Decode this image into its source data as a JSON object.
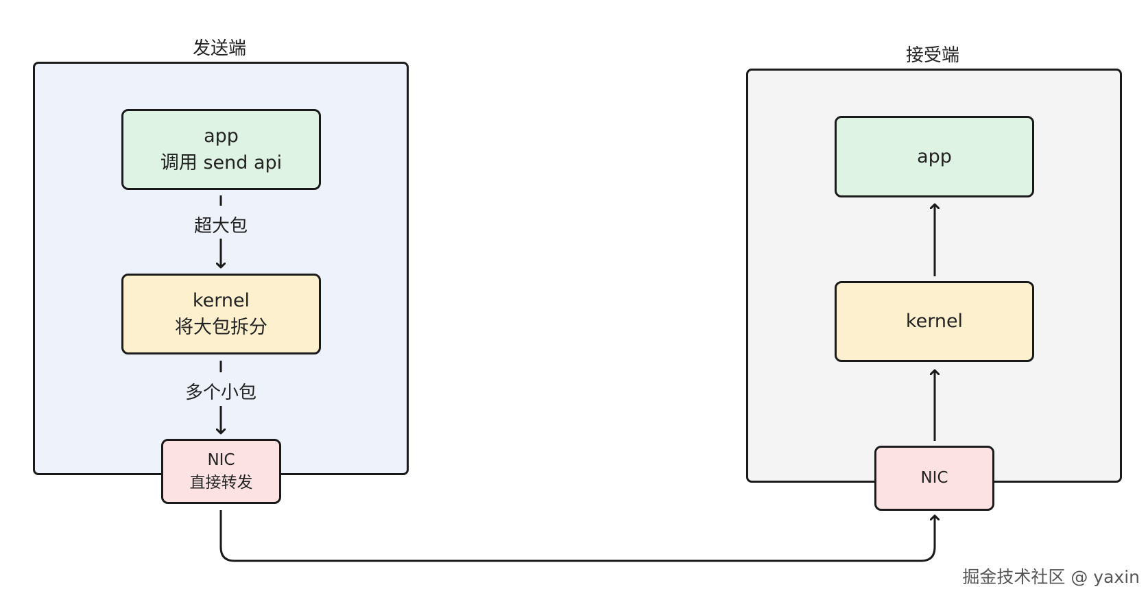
{
  "sender": {
    "title": "发送端",
    "app": {
      "line1": "app",
      "line2": "调用 send api"
    },
    "edge1_label": "超大包",
    "kernel": {
      "line1": "kernel",
      "line2": "将大包拆分"
    },
    "edge2_label": "多个小包",
    "nic": {
      "line1": "NIC",
      "line2": "直接转发"
    }
  },
  "receiver": {
    "title": "接受端",
    "app": {
      "line1": "app"
    },
    "kernel": {
      "line1": "kernel"
    },
    "nic": {
      "line1": "NIC"
    }
  },
  "watermark": "掘金技术社区 @ yaxin",
  "colors": {
    "sender_bg": "#eef2fb",
    "receiver_bg": "#f4f4f4",
    "app_fill": "#dff3e4",
    "kernel_fill": "#fdf0cf",
    "nic_fill": "#fde2e4",
    "stroke": "#1a1a1a"
  }
}
